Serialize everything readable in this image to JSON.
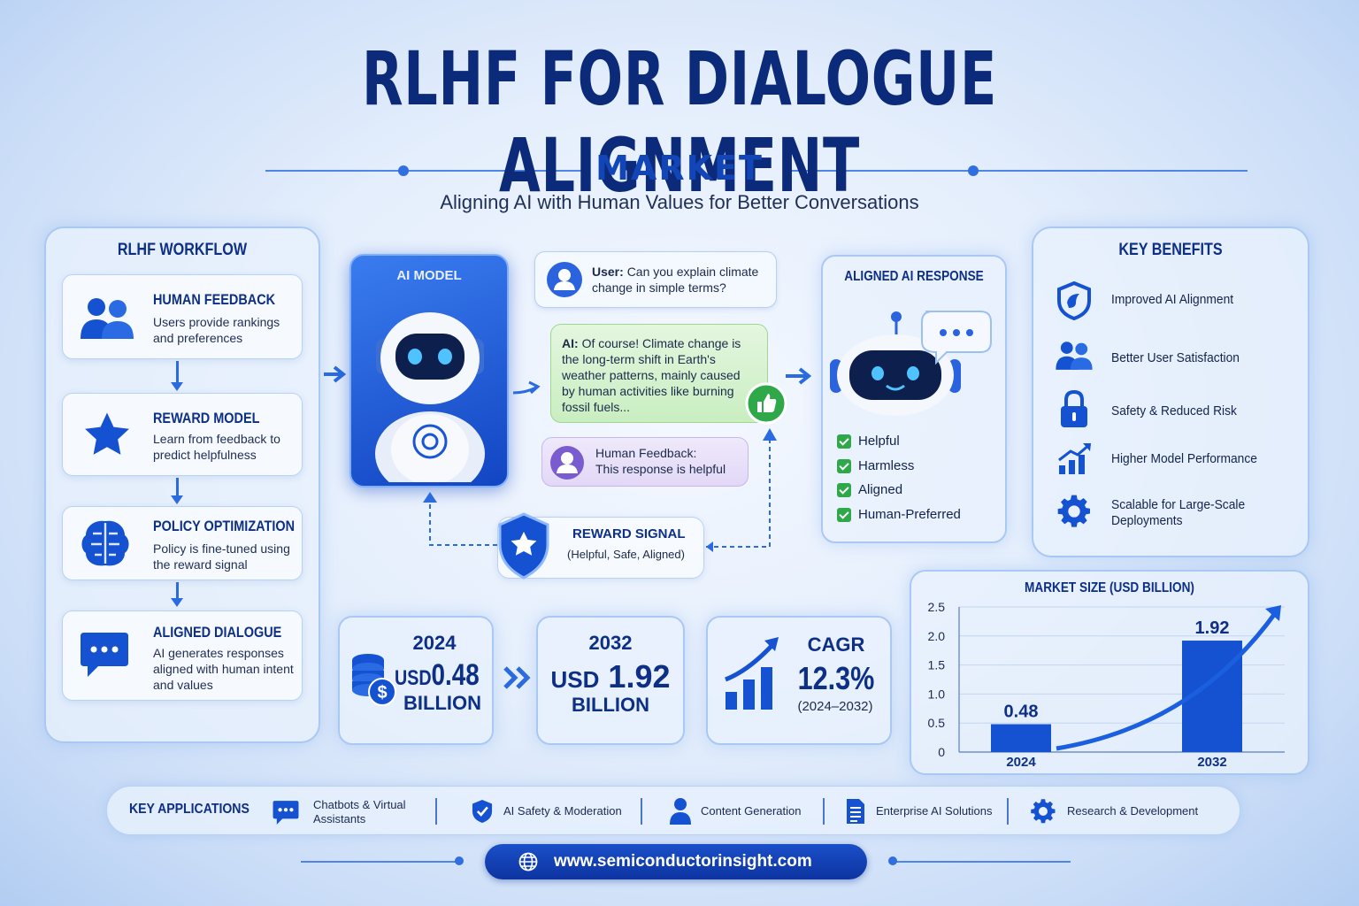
{
  "header": {
    "title": "RLHF FOR DIALOGUE ALIGNMENT",
    "subtitle": "MARKET",
    "tagline": "Aligning AI with Human Values for Better Conversations"
  },
  "workflow": {
    "heading": "RLHF WORKFLOW",
    "steps": [
      {
        "title": "HUMAN FEEDBACK",
        "desc": "Users provide rankings and preferences",
        "icon": "users-icon"
      },
      {
        "title": "REWARD MODEL",
        "desc": "Learn from feedback to predict helpfulness",
        "icon": "star-icon"
      },
      {
        "title": "POLICY OPTIMIZATION",
        "desc": "Policy is fine-tuned using the reward signal",
        "icon": "brain-icon"
      },
      {
        "title": "ALIGNED DIALOGUE",
        "desc": "AI generates responses aligned with human intent and values",
        "icon": "chat-icon"
      }
    ]
  },
  "ai_model": {
    "label": "AI MODEL"
  },
  "chat": {
    "user_prefix": "User:",
    "user_text": "Can you explain climate change in simple terms?",
    "ai_prefix": "AI:",
    "ai_text": "Of course! Climate change is the long-term shift in Earth's weather patterns, mainly caused by human activities like burning fossil fuels...",
    "feedback_title": "Human Feedback:",
    "feedback_text": "This response is helpful"
  },
  "reward_signal": {
    "title": "REWARD SIGNAL",
    "desc": "(Helpful, Safe, Aligned)"
  },
  "aligned": {
    "heading": "ALIGNED AI RESPONSE",
    "items": [
      "Helpful",
      "Harmless",
      "Aligned",
      "Human-Preferred"
    ]
  },
  "benefits": {
    "heading": "KEY BENEFITS",
    "items": [
      {
        "label": "Improved AI Alignment",
        "icon": "shield-icon"
      },
      {
        "label": "Better User Satisfaction",
        "icon": "users-icon"
      },
      {
        "label": "Safety & Reduced Risk",
        "icon": "lock-icon"
      },
      {
        "label": "Higher Model Performance",
        "icon": "growth-chart-icon"
      },
      {
        "label": "Scalable for Large-Scale Deployments",
        "icon": "gear-icon"
      }
    ]
  },
  "stats": {
    "y2024": {
      "year": "2024",
      "prefix": "USD",
      "value": "0.48",
      "unit": "BILLION"
    },
    "y2032": {
      "year": "2032",
      "prefix": "USD",
      "value": "1.92",
      "unit": "BILLION"
    },
    "cagr": {
      "label": "CAGR",
      "value": "12.3%",
      "period": "(2024–2032)"
    }
  },
  "chart_data": {
    "type": "bar",
    "title": "MARKET SIZE (USD BILLION)",
    "categories": [
      "2024",
      "2032"
    ],
    "values": [
      0.48,
      1.92
    ],
    "ylim": [
      0,
      2.5
    ],
    "yticks": [
      "0",
      "0.5",
      "1.0",
      "1.5",
      "2.0",
      "2.5"
    ],
    "ytick_values": [
      0,
      0.5,
      1.0,
      1.5,
      2.0,
      2.5
    ],
    "grid": true,
    "color": "#1552d1"
  },
  "applications": {
    "heading": "KEY APPLICATIONS",
    "items": [
      {
        "label": "Chatbots & Virtual Assistants",
        "icon": "chat-icon"
      },
      {
        "label": "AI Safety & Moderation",
        "icon": "shield-icon"
      },
      {
        "label": "Content Generation",
        "icon": "person-icon"
      },
      {
        "label": "Enterprise AI Solutions",
        "icon": "document-icon"
      },
      {
        "label": "Research & Development",
        "icon": "gear-icon"
      }
    ]
  },
  "footer": {
    "url": "www.semiconductorinsight.com"
  },
  "colors": {
    "navy": "#0c2a7a",
    "accent": "#1552d1",
    "green": "#2fa84a",
    "purple": "#7a5bd0"
  }
}
